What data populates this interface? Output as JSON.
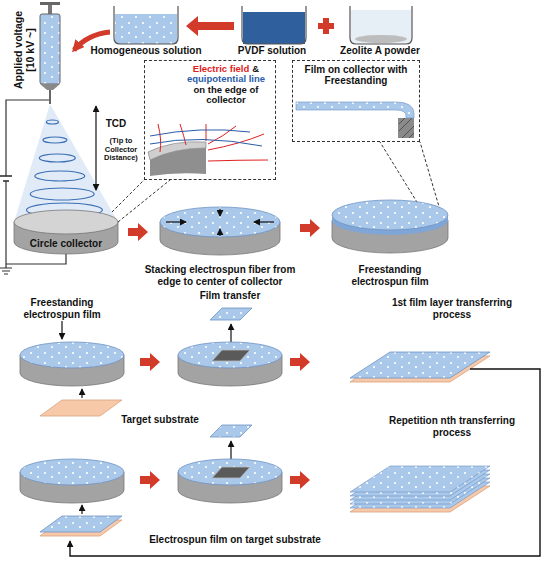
{
  "diagram": {
    "nodes": [
      {
        "text": [
          "Electric field",
          "&",
          "equipotential line",
          "on the edge of collector"
        ]
      },
      {
        "text": [
          "Film on collector with Freestanding"
        ]
      }
    ],
    "labels": [
      "Applied voltage [10 kV ~]",
      "Homogeneous solution",
      "PVDF solution",
      "Zeolite A powder",
      "TCD",
      "(Tip to Collector Distance)",
      "Circle collector",
      "Stacking electrospun fiber from edge to center of collector",
      "Freestanding electrospun film",
      "Freestanding electrospun film",
      "Film transfer",
      "1st film layer transferring process",
      "Target substrate",
      "Repetition nth transferring process",
      "Electrospun film on target substrate"
    ]
  }
}
